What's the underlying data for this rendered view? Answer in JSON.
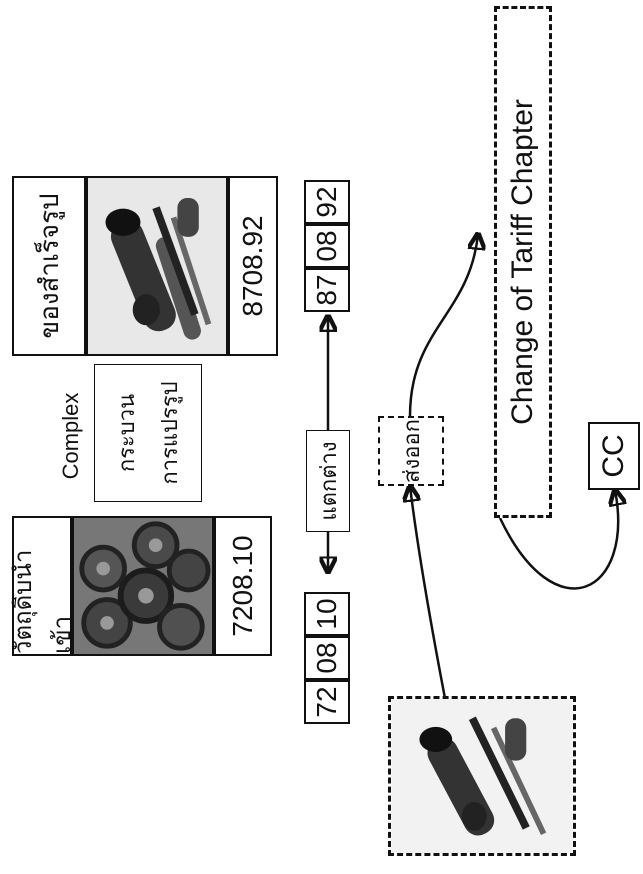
{
  "raw_material": {
    "title": "วัตถุดิบนำเข้า",
    "code": "7208.10"
  },
  "finished_good": {
    "title": "ของสำเร็จรูป",
    "code": "8708.92"
  },
  "process": {
    "top_label": "Complex",
    "box_line1": "กระบวน",
    "box_line2": "การแปรรูป"
  },
  "tariff_left": [
    "72",
    "08",
    "10"
  ],
  "tariff_right": [
    "87",
    "08",
    "92"
  ],
  "different_label": "แตกต่าง",
  "export_label": "ส่งออก",
  "rule_label": "Change of Tariff Chapter",
  "cc_label": "CC",
  "icons": {
    "raw_photo": "steel-coils-photo-icon",
    "finished_photo": "exhaust-pipe-photo-icon",
    "export_photo": "exhaust-pipe-photo-icon"
  }
}
